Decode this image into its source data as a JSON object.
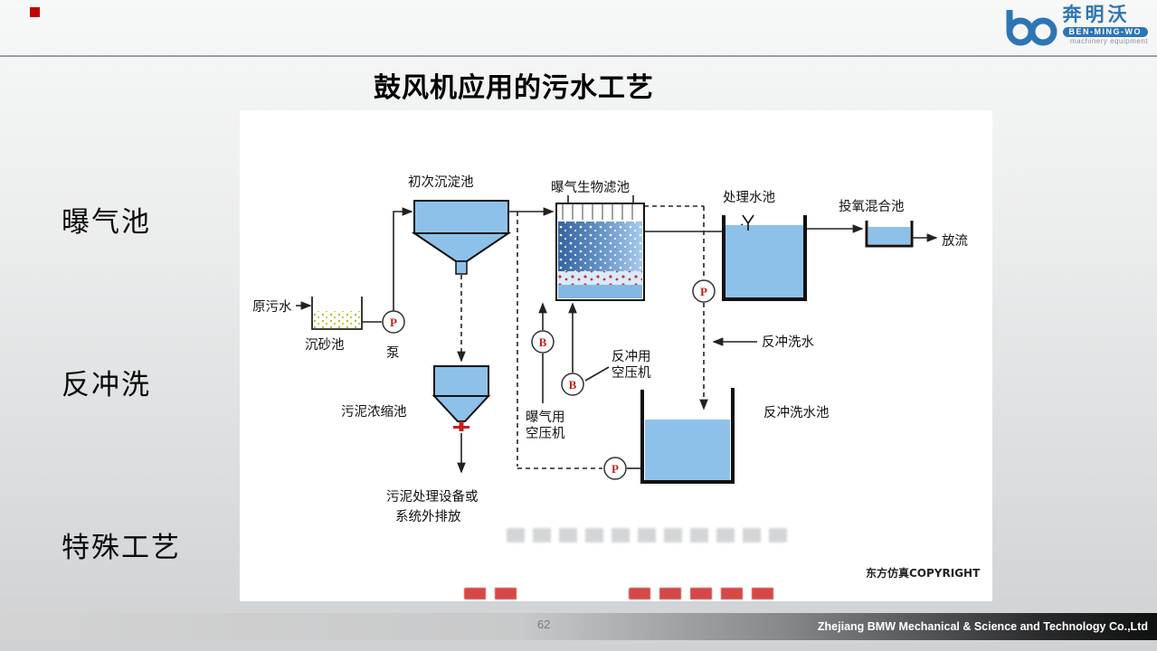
{
  "header": {
    "logo": {
      "name_cn": "奔明沃",
      "name_en": "BEN-MING-WO",
      "tagline": "machinery equipment"
    }
  },
  "title": "鼓风机应用的污水工艺",
  "left_labels": [
    {
      "label": "曝气池"
    },
    {
      "label": "反冲洗"
    },
    {
      "label": "特殊工艺"
    }
  ],
  "diagram": {
    "labels": {
      "primary_sedimentation_tank": "初次沉淀池",
      "aerated_biofilter": "曝气生物滤池",
      "treated_water_tank": "处理水池",
      "oxygen_mixing_tank": "投氧混合池",
      "discharge": "放流",
      "raw_sewage": "原污水",
      "grit_chamber": "沉砂池",
      "pump": "泵",
      "pump_symbol": "P",
      "blower_symbol": "B",
      "sludge_thickener": "污泥浓缩池",
      "sludge_disposal_line1": "污泥处理设备或",
      "sludge_disposal_line2": "系统外排放",
      "aeration_compressor_line1": "曝气用",
      "aeration_compressor_line2": "空压机",
      "backwash_compressor_line1": "反冲用",
      "backwash_compressor_line2": "空压机",
      "backwash_water": "反冲洗水",
      "backwash_tank": "反冲洗水池",
      "copyright": "东方仿真COPYRIGHT"
    }
  },
  "footer": {
    "page_number": "62",
    "company": "Zhejiang BMW Mechanical & Science and Technology Co.,Ltd"
  },
  "colors": {
    "accent_blue": "#2e75b6",
    "water_blue": "#8ec1ea",
    "alert_red": "#c42020"
  }
}
